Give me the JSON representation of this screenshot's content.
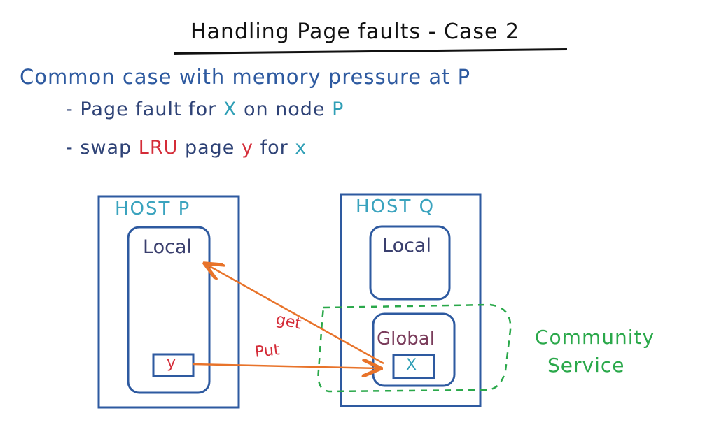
{
  "title": "Handling Page faults - Case 2",
  "heading": "Common case with memory pressure at P",
  "bullet1": {
    "dash": "-",
    "text_before": "Page fault for",
    "var": "X",
    "text_middle": "on node",
    "node": "P"
  },
  "bullet2": {
    "dash": "-",
    "text_before": "swap",
    "lru": "LRU",
    "text_middle": "page",
    "var_y": "y",
    "text_after": "for",
    "var_x": "x"
  },
  "hosts": {
    "host_p": {
      "label": "HOST P",
      "local_label": "Local",
      "page": "y"
    },
    "host_q": {
      "label": "HOST Q",
      "local_label": "Local",
      "global_label": "Global",
      "page": "X"
    }
  },
  "edges": {
    "get": "get",
    "put": "Put"
  },
  "community": {
    "line1": "Community",
    "line2": "Service"
  },
  "colors": {
    "box": "#2e5aa0",
    "arrow": "#e8732a",
    "dashed": "#2aa84a",
    "teal": "#2f9fb6",
    "red": "#d42c38"
  }
}
